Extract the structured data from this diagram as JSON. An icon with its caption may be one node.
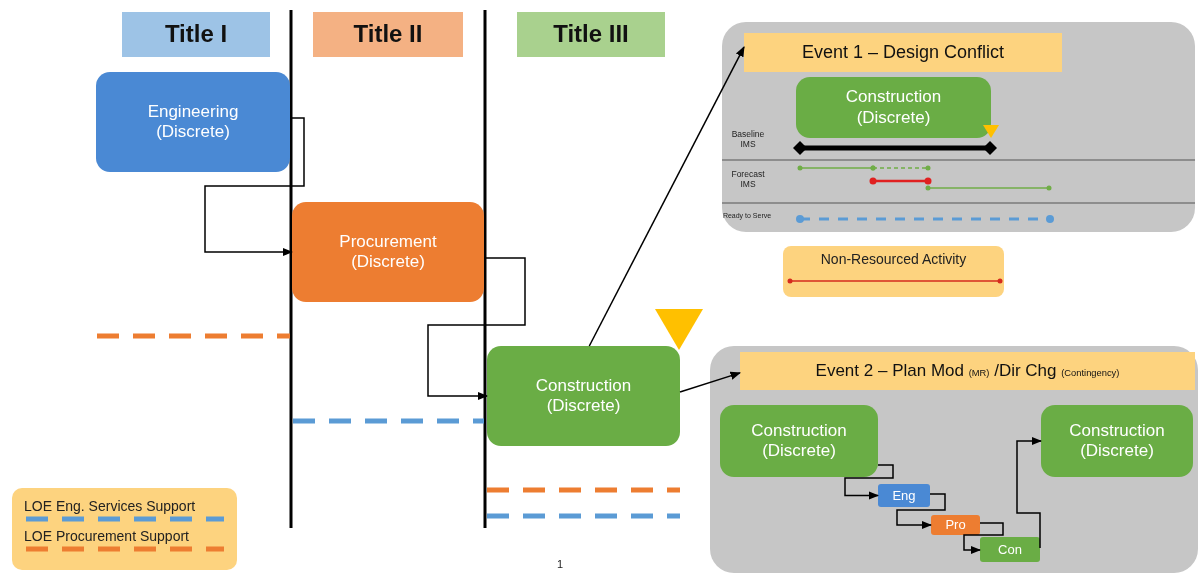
{
  "diagram": {
    "nodes": [
      {
        "text": [
          "Title I"
        ]
      },
      {
        "text": [
          "Title II"
        ]
      },
      {
        "text": [
          "Title III"
        ]
      },
      {
        "text": [
          "Engineering (Discrete)"
        ]
      },
      {
        "text": [
          "Procurement (Discrete)"
        ]
      },
      {
        "text": [
          "Construction (Discrete)"
        ]
      },
      {
        "text": [],
        "shape": "box"
      },
      {
        "text": [
          "Event 1 – Design Conflict"
        ],
        "in": 6
      },
      {
        "text": [
          "Construction (Discrete)"
        ],
        "in": 6
      },
      {
        "text": [
          "Non-Resourced Activity"
        ]
      },
      {
        "text": [],
        "shape": "box"
      },
      {
        "text": [
          "Event 2 – Plan Mod $_{(MR)}$ /Dir Chg $_{(Contingency)}$"
        ],
        "in": 10
      },
      {
        "text": [
          "Construction (Discrete)"
        ],
        "in": 10
      },
      {
        "text": [
          "Eng"
        ],
        "in": 10
      },
      {
        "text": [
          "Pro"
        ],
        "in": 10
      },
      {
        "text": [
          "Con"
        ],
        "in": 10
      },
      {
        "text": [
          "Construction (Discrete)"
        ],
        "in": 10
      }
    ],
    "edges": [
      {
        "from": 3,
        "to": 4,
        "arrow": "to"
      },
      {
        "from": 4,
        "to": 5,
        "arrow": "to"
      },
      {
        "from": 5,
        "to": 7,
        "arrow": "to"
      },
      {
        "from": 5,
        "to": 11,
        "arrow": "to"
      },
      {
        "from": 12,
        "to": 13,
        "arrow": "to"
      },
      {
        "from": 13,
        "to": 14,
        "arrow": "to"
      },
      {
        "from": 14,
        "to": 15,
        "arrow": "to"
      },
      {
        "from": 15,
        "to": 16,
        "arrow": "to"
      }
    ],
    "labels": [
      "Baseline IMS",
      "Forecast IMS",
      "Ready to Serve",
      "1"
    ],
    "legend": [
      {
        "text": "LOE Eng. Services Support"
      },
      {
        "text": "LOE Procurement Support"
      }
    ]
  }
}
